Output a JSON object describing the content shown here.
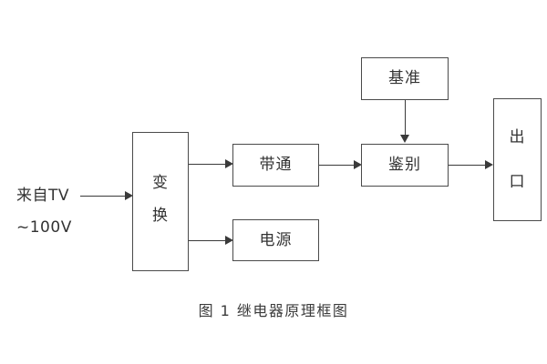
{
  "diagram": {
    "title": "继电器原理框图",
    "caption": "图 1  继电器原理框图",
    "background_color": "#ffffff",
    "line_color": "#3a3a3a",
    "box_border_color": "#4a4a4a",
    "text_color": "#333333",
    "source_label": {
      "line1": "来自TV",
      "line2": "~100V"
    },
    "blocks": {
      "convert": {
        "char1": "变",
        "char2": "换",
        "text": "变换"
      },
      "bandpass": {
        "text": "带通"
      },
      "power": {
        "text": "电源"
      },
      "discriminator": {
        "text": "鉴别"
      },
      "reference": {
        "text": "基准"
      },
      "output": {
        "char1": "出",
        "char2": "口",
        "text": "出口"
      }
    },
    "connectors": [
      {
        "name": "input-to-convert",
        "from": "来自TV ~100V",
        "to": "变换",
        "direction": "right"
      },
      {
        "name": "convert-to-bandpass",
        "from": "变换",
        "to": "带通",
        "direction": "right"
      },
      {
        "name": "convert-to-power",
        "from": "变换",
        "to": "电源",
        "direction": "right"
      },
      {
        "name": "bandpass-to-discriminator",
        "from": "带通",
        "to": "鉴别",
        "direction": "right"
      },
      {
        "name": "reference-to-discriminator",
        "from": "基准",
        "to": "鉴别",
        "direction": "down"
      },
      {
        "name": "discriminator-to-output",
        "from": "鉴别",
        "to": "出口",
        "direction": "right"
      }
    ]
  }
}
